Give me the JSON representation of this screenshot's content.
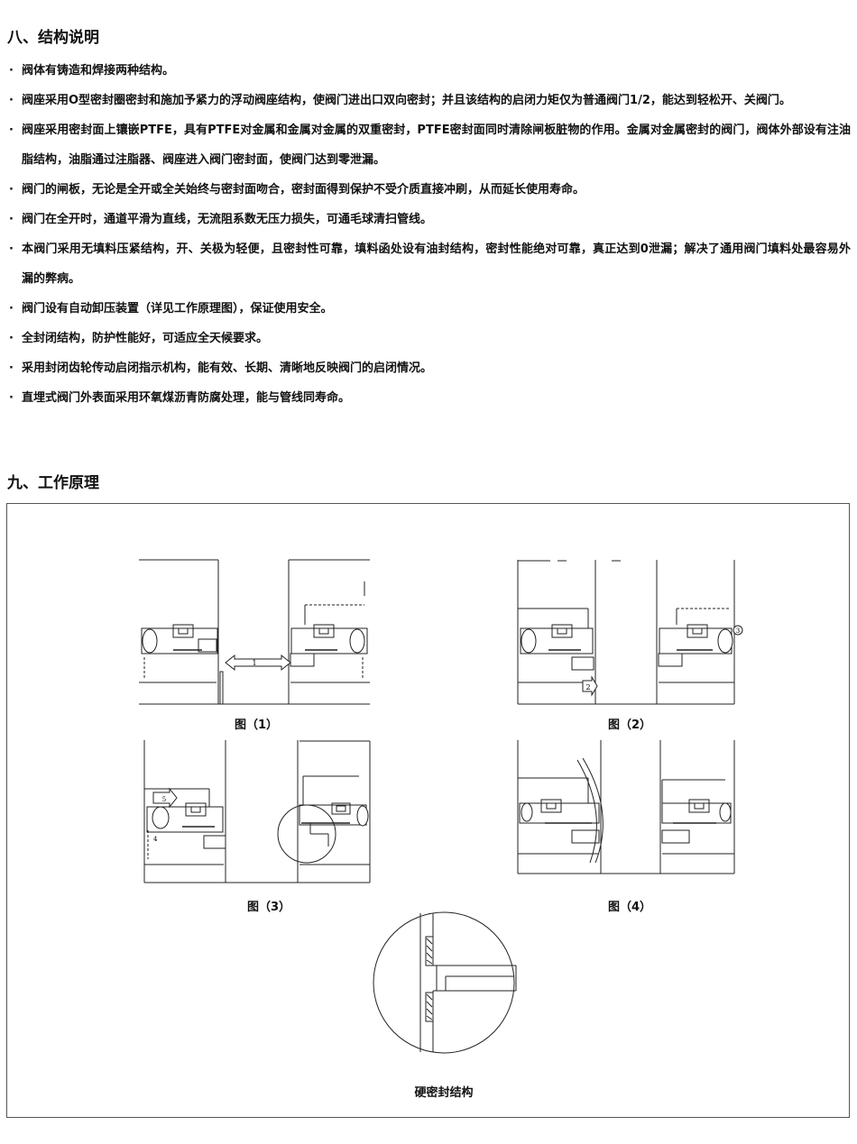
{
  "section8": {
    "title": "八、结构说明",
    "items": [
      "阀体有铸造和焊接两种结构。",
      "阀座采用O型密封圈密封和施加予紧力的浮动阀座结构，使阀门进出口双向密封；并且该结构的启闭力矩仅为普通阀门1/2，能达到轻松开、关阀门。",
      "阀座采用密封面上镶嵌PTFE，具有PTFE对金属和金属对金属的双重密封，PTFE密封面同时清除闸板脏物的作用。金属对金属密封的阀门，阀体外部设有注油脂结构，油脂通过注脂器、阀座进入阀门密封面，使阀门达到零泄漏。",
      "阀门的闸板，无论是全开或全关始终与密封面吻合，密封面得到保护不受介质直接冲刷，从而延长使用寿命。",
      "阀门在全开时，通道平滑为直线，无流阻系数无压力损失，可通毛球清扫管线。",
      "本阀门采用无填料压紧结构，开、关极为轻便，且密封性可靠，填料函处设有油封结构，密封性能绝对可靠，真正达到0泄漏；解决了通用阀门填料处最容易外漏的弊病。",
      "阀门设有自动卸压装置（详见工作原理图），保证使用安全。",
      "全封闭结构，防护性能好，可适应全天候要求。",
      "采用封闭齿轮传动启闭指示机构，能有效、长期、清晰地反映阀门的启闭情况。",
      "直埋式阀门外表面采用环氧煤沥青防腐处理，能与管线同寿命。"
    ]
  },
  "section9": {
    "title": "九、工作原理",
    "figures": {
      "fig1": {
        "caption": "图（1）",
        "label": "1"
      },
      "fig2": {
        "caption": "图（2）",
        "label_a": "2",
        "label_b": "3"
      },
      "fig3": {
        "caption": "图（3）",
        "label_a": "5",
        "label_b": "4"
      },
      "fig4": {
        "caption": "图（4）"
      },
      "fig5": {
        "caption": "硬密封结构"
      }
    }
  }
}
